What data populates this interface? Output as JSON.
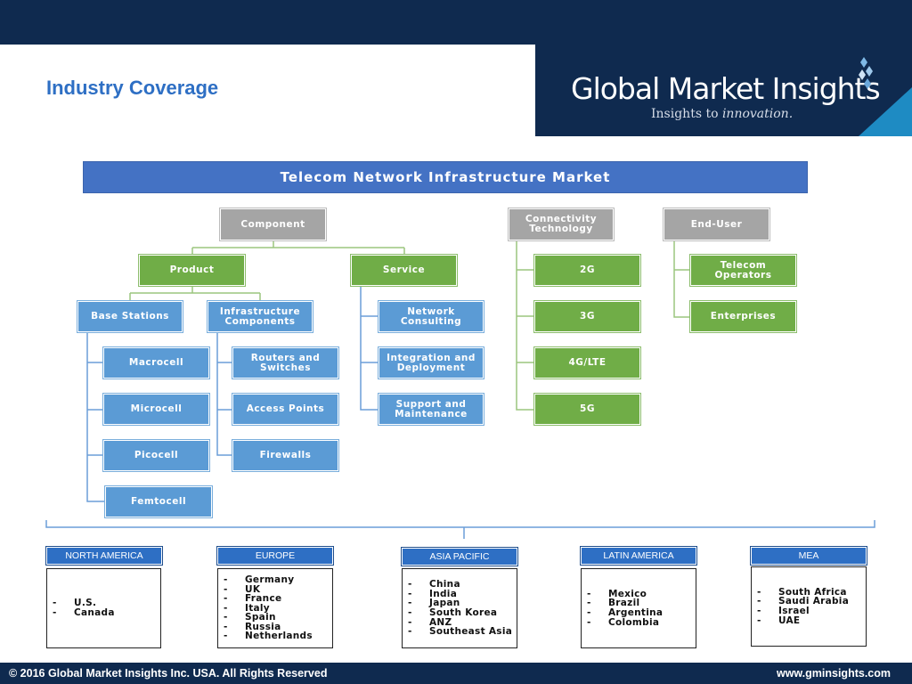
{
  "header": {
    "title": "Industry Coverage",
    "logo_name": "Global Market Insights",
    "logo_tagline_prefix": "Insights to ",
    "logo_tagline_emphasis": "innovation."
  },
  "tree": {
    "root": "Telecom Network Infrastructure Market",
    "component": "Component",
    "connectivity": "Connectivity Technology",
    "end_user": "End-User",
    "product": "Product",
    "service": "Service",
    "base_stations": "Base Stations",
    "infrastructure_components": "Infrastructure Components",
    "base_station_items": [
      "Macrocell",
      "Microcell",
      "Picocell",
      "Femtocell"
    ],
    "infrastructure_items": [
      "Routers and Switches",
      "Access Points",
      "Firewalls"
    ],
    "service_items": [
      "Network Consulting",
      "Integration and Deployment",
      "Support and Maintenance"
    ],
    "connectivity_items": [
      "2G",
      "3G",
      "4G/LTE",
      "5G"
    ],
    "end_user_items": [
      "Telecom Operators",
      "Enterprises"
    ]
  },
  "regions": [
    {
      "name": "NORTH AMERICA",
      "countries": [
        "U.S.",
        "Canada"
      ]
    },
    {
      "name": "EUROPE",
      "countries": [
        "Germany",
        "UK",
        "France",
        "Italy",
        "Spain",
        "Russia",
        "Netherlands"
      ]
    },
    {
      "name": "ASIA PACIFIC",
      "countries": [
        "China",
        "India",
        "Japan",
        "South Korea",
        "ANZ",
        "Southeast Asia"
      ]
    },
    {
      "name": "LATIN AMERICA",
      "countries": [
        "Mexico",
        "Brazil",
        "Argentina",
        "Colombia"
      ]
    },
    {
      "name": "MEA",
      "countries": [
        "South Africa",
        "Saudi Arabia",
        "Israel",
        "UAE"
      ]
    }
  ],
  "list_bullet": "-",
  "footer": {
    "copyright": "© 2016 Global Market Insights Inc. USA.  All Rights Reserved",
    "website": "www.gminsights.com"
  },
  "colors": {
    "navy": "#0f2a4f",
    "title_blue": "#2e6fc4",
    "root_blue": "#4472c4",
    "category_gray": "#a5a5a5",
    "level_green": "#70ad47",
    "leaf_blue": "#5b9bd5"
  }
}
